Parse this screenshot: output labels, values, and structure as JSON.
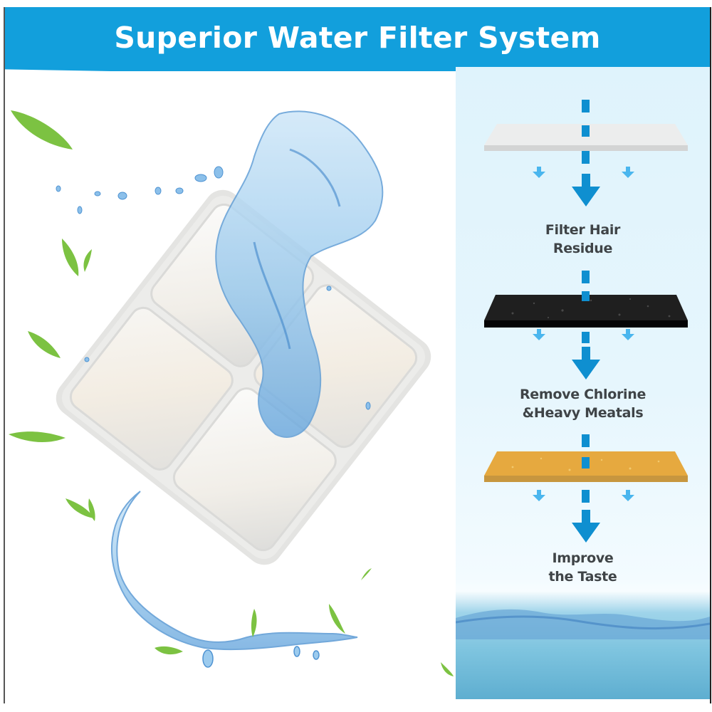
{
  "header": {
    "title": "Superior Water Filter System",
    "background_color": "#129fdc",
    "text_color": "#ffffff"
  },
  "product_panel": {
    "image": "filter-cartridge-with-water-splash-icon",
    "decorations": [
      "green-leaf-icon",
      "water-splash-icon",
      "water-droplet-icon"
    ]
  },
  "filter_stages": [
    {
      "layer": "white-cotton-filter-layer",
      "color": "#e8e8e8",
      "label_line1": "Filter Hair",
      "label_line2": "Residue"
    },
    {
      "layer": "activated-carbon-layer",
      "color": "#1a1a1a",
      "label_line1": "Remove Chlorine",
      "label_line2": "&Heavy Meatals"
    },
    {
      "layer": "ion-exchange-resin-layer",
      "color": "#e4a63c",
      "label_line1": "Improve",
      "label_line2": "the Taste"
    }
  ],
  "flow": {
    "arrow_color": "#0f8fd0",
    "small_arrow_color": "#4ab6ee"
  },
  "footer_visual": "clean-water-surface-icon"
}
